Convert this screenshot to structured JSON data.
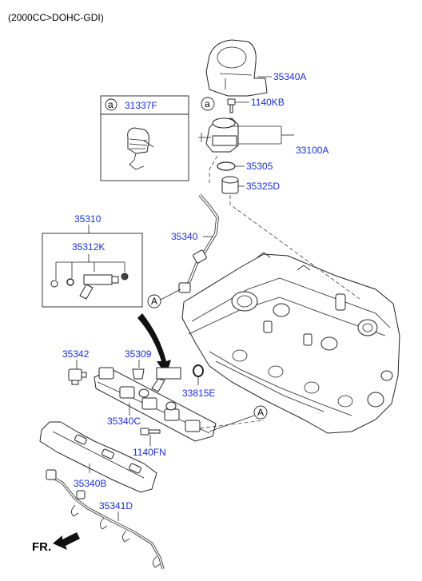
{
  "header": {
    "title": "(2000CC>DOHC-GDI)"
  },
  "parts": {
    "p35340A": "35340A",
    "p1140KB": "1140KB",
    "p33100A": "33100A",
    "p35305": "35305",
    "p35325D": "35325D",
    "p31337F": "31337F",
    "p35310": "35310",
    "p35312K": "35312K",
    "p35340": "35340",
    "p35342": "35342",
    "p35309": "35309",
    "p33815E": "33815E",
    "p35340C": "35340C",
    "p1140FN": "1140FN",
    "p35340B": "35340B",
    "p35341D": "35341D"
  },
  "callouts": {
    "a_box": "a",
    "a_pump": "a",
    "A_upper": "A",
    "A_lower": "A"
  },
  "direction": {
    "label": "FR."
  }
}
